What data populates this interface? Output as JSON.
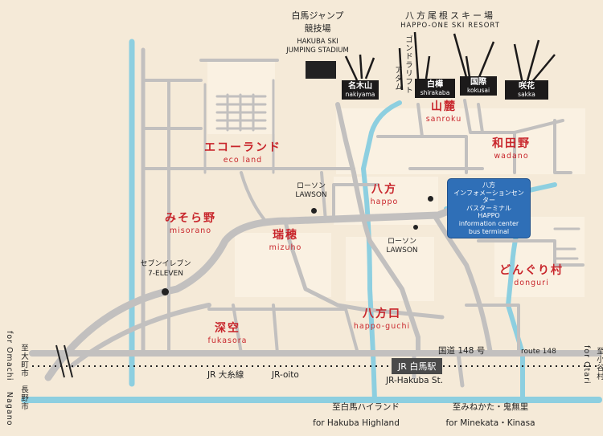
{
  "map": {
    "districts": [
      {
        "id": "sanroku",
        "ja": "山麓",
        "romaji": "sanroku"
      },
      {
        "id": "wadano",
        "ja": "和田野",
        "romaji": "wadano"
      },
      {
        "id": "ecoland",
        "ja": "エコーランド",
        "romaji": "eco land"
      },
      {
        "id": "happo",
        "ja": "八方",
        "romaji": "happo"
      },
      {
        "id": "misorano",
        "ja": "みそら野",
        "romaji": "misorano"
      },
      {
        "id": "mizuho",
        "ja": "瑞穂",
        "romaji": "mizuho"
      },
      {
        "id": "donguri",
        "ja": "どんぐり村",
        "romaji": "donguri"
      },
      {
        "id": "fukasora",
        "ja": "深空",
        "romaji": "fukasora"
      },
      {
        "id": "happoguchi",
        "ja": "八方口",
        "romaji": "happo-guchi"
      }
    ],
    "jumping": {
      "ja1": "白馬ジャンプ",
      "ja2": "競技場",
      "en1": "HAKUBA SKI",
      "en2": "JUMPING STADIUM"
    },
    "ski_resort": {
      "ja": "八方尾根スキー場",
      "en": "HAPPO-ONE SKI RESORT"
    },
    "gondola": {
      "ja1": "ゴンドラリフト",
      "ja2": "アダム"
    },
    "lift_stations": [
      {
        "ja": "名木山",
        "romaji": "nakiyama"
      },
      {
        "ja": "白樺",
        "romaji": "shirakaba"
      },
      {
        "ja": "国際",
        "romaji": "kokusai"
      },
      {
        "ja": "咲花",
        "romaji": "sakka"
      }
    ],
    "bus_terminal": {
      "l1": "八方",
      "l2": "インフォメーションセンター",
      "l3": "バスターミナル",
      "l4": "HAPPO",
      "l5": "information center",
      "l6": "bus terminal"
    },
    "stores": [
      {
        "ja": "ローソン",
        "en": "LAWSON"
      },
      {
        "ja": "ローソン",
        "en": "LAWSON"
      },
      {
        "ja": "セブンイレブン",
        "en": "7-ELEVEN"
      }
    ],
    "route148": {
      "ja": "国道 148 号",
      "en": "route 148"
    },
    "station": {
      "ja": "JR 白馬駅",
      "en": "JR-Hakuba St."
    },
    "railway": {
      "ja": "JR 大糸線",
      "en": "JR-oito"
    },
    "highland": {
      "ja": "至白馬ハイランド",
      "en": "for Hakuba Highland"
    },
    "minekata": {
      "ja": "至みねかた・鬼無里",
      "en": "for Minekata・Kinasa"
    },
    "left_edge": {
      "ja1": "至大町市",
      "en1": "for Omachi",
      "ja2": "長野市",
      "en2": "Nagano"
    },
    "right_edge": {
      "en": "for Otari",
      "ja": "至小谷村"
    },
    "colors": {
      "background": "#f5ead8",
      "road": "#c2c0bf",
      "river": "#8dcfe0",
      "district_text": "#c8252b",
      "bus": "#2f6fb7"
    }
  }
}
